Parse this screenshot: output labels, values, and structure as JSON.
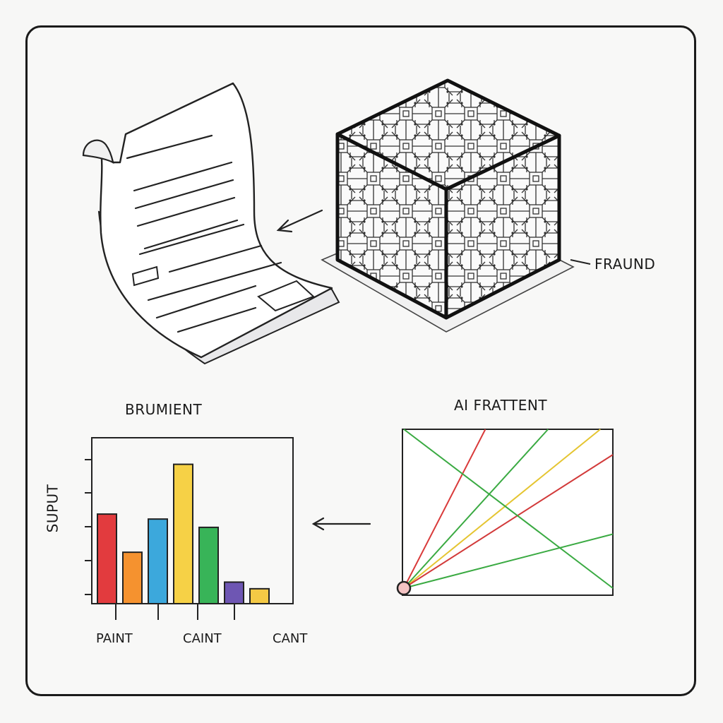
{
  "labels": {
    "cube": "FRAUND",
    "bar_title": "BRUMIENT",
    "line_title": "AI FRATTENT",
    "bar_ylabel": "SUPUT"
  },
  "chart_data": [
    {
      "type": "bar",
      "title": "BRUMIENT",
      "ylabel": "SUPUT",
      "tick_labels": [
        "PAINT",
        "CAINT",
        "CANT"
      ],
      "values": [
        54,
        31,
        51,
        84,
        46,
        13,
        9
      ],
      "colors": [
        "#e23b3e",
        "#f5922f",
        "#3ca8dc",
        "#f6d146",
        "#38b458",
        "#6e56b3",
        "#f4c945"
      ],
      "ylim": [
        0,
        100
      ]
    },
    {
      "type": "line",
      "title": "AI FRATTENT",
      "series": [
        {
          "color": "#d93a3a",
          "values": [
            [
              0,
              0
            ],
            [
              0.39,
              1
            ]
          ]
        },
        {
          "color": "#3aaa42",
          "values": [
            [
              0,
              0
            ],
            [
              0.69,
              1
            ]
          ]
        },
        {
          "color": "#e5c531",
          "values": [
            [
              0,
              0
            ],
            [
              0.94,
              1
            ]
          ]
        },
        {
          "color": "#d23a3a",
          "values": [
            [
              0,
              0
            ],
            [
              1,
              0.84
            ]
          ]
        },
        {
          "color": "#3aaa42",
          "values": [
            [
              0,
              0
            ],
            [
              1,
              0.34
            ]
          ]
        },
        {
          "color": "#3aaa42",
          "values": [
            [
              0,
              1
            ],
            [
              1,
              0
            ]
          ]
        }
      ]
    }
  ]
}
